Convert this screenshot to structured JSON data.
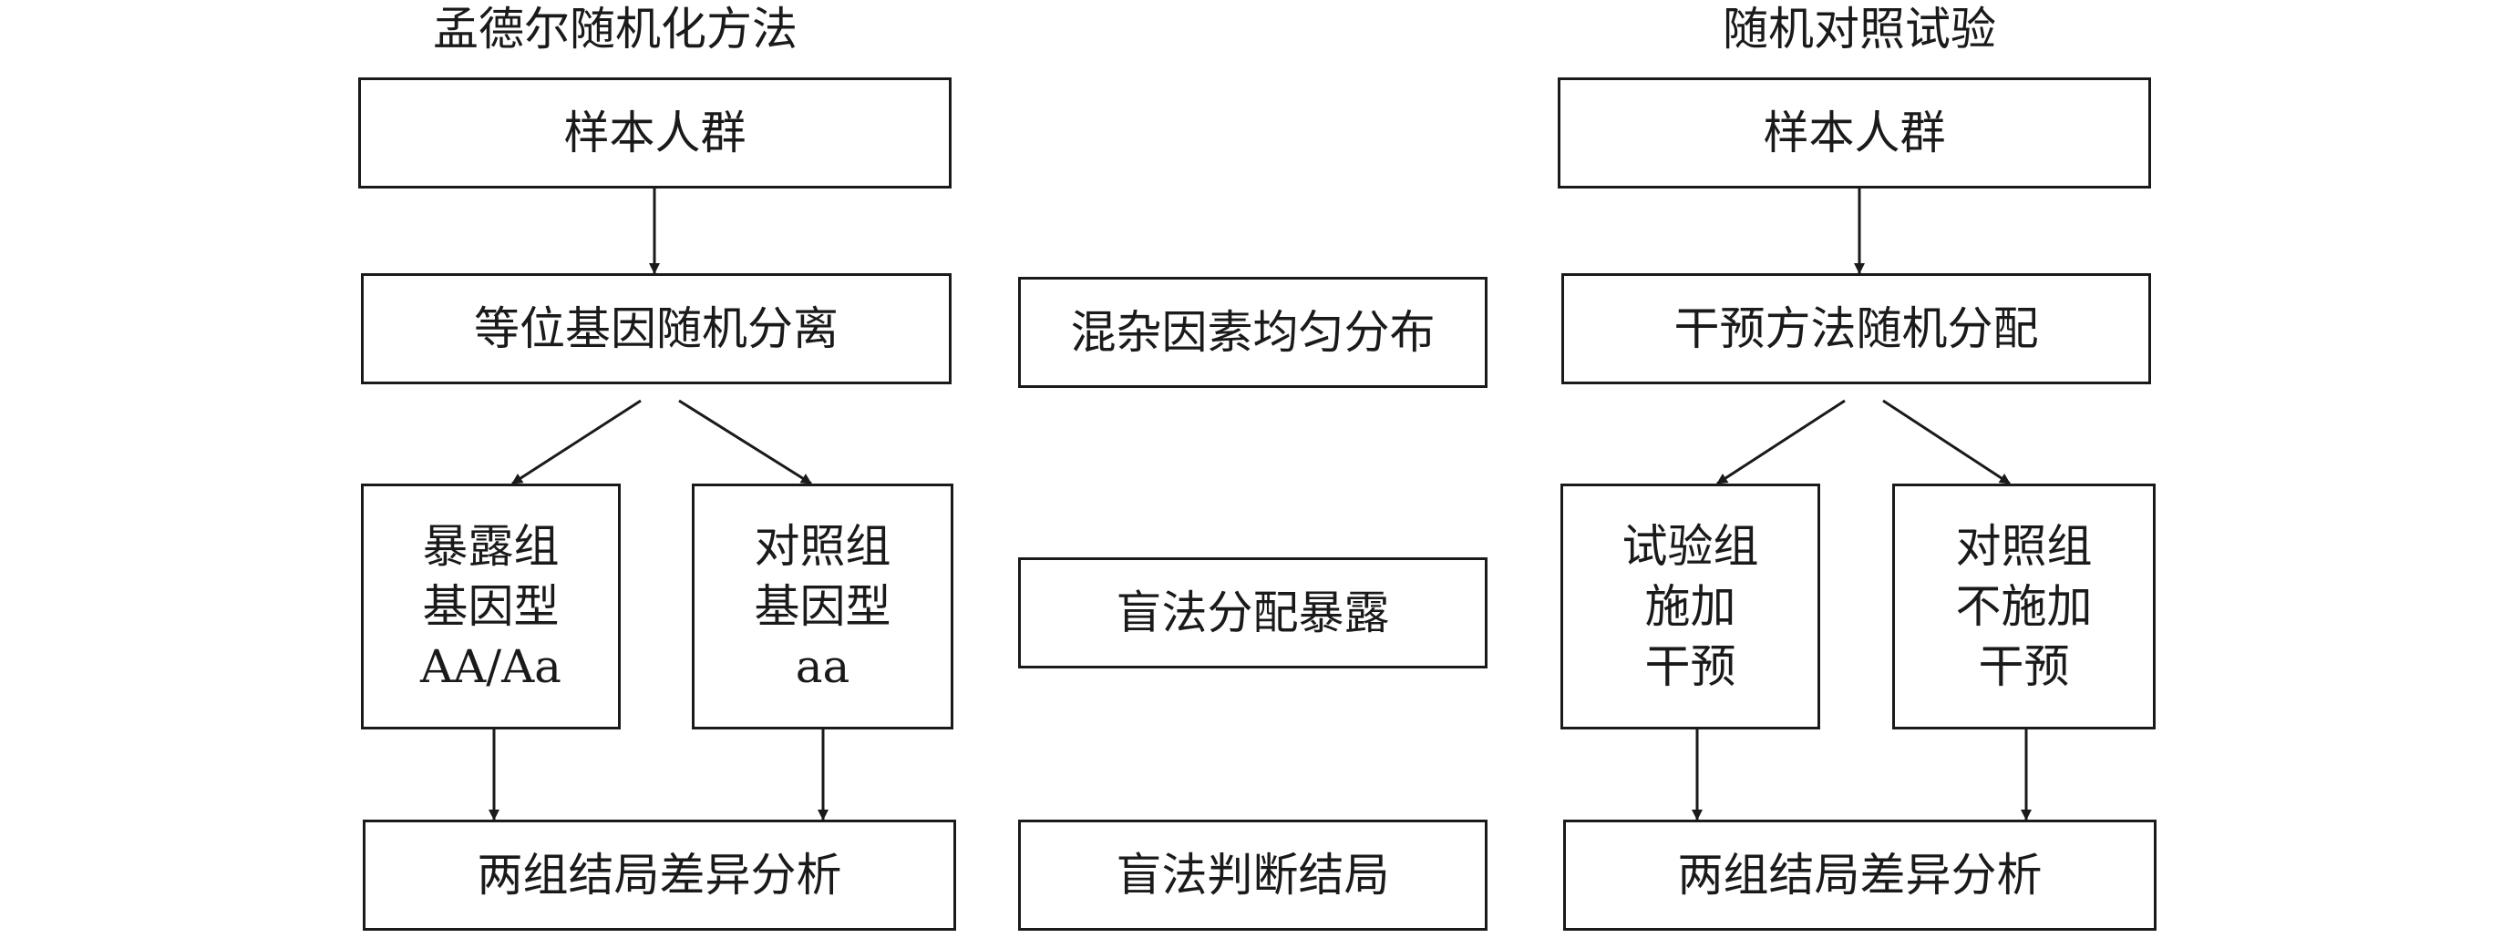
{
  "mendelian": {
    "title": "孟德尔随机化方法",
    "sample_population": "样本人群",
    "allele_segregation": "等位基因随机分离",
    "exposure_group": [
      "暴露组",
      "基因型",
      "AA/Aa"
    ],
    "control_group": [
      "对照组",
      "基因型",
      "aa"
    ],
    "outcome_analysis": "两组结局差异分析"
  },
  "middle": {
    "confounders": "混杂因素均匀分布",
    "blind_exposure": "盲法分配暴露",
    "blind_outcome": "盲法判断结局"
  },
  "rct": {
    "title": "随机对照试验",
    "sample_population": "样本人群",
    "random_allocation": "干预方法随机分配",
    "trial_group": [
      "试验组",
      "施加",
      "干预"
    ],
    "control_group": [
      "对照组",
      "不施加",
      "干预"
    ],
    "outcome_analysis": "两组结局差异分析"
  }
}
